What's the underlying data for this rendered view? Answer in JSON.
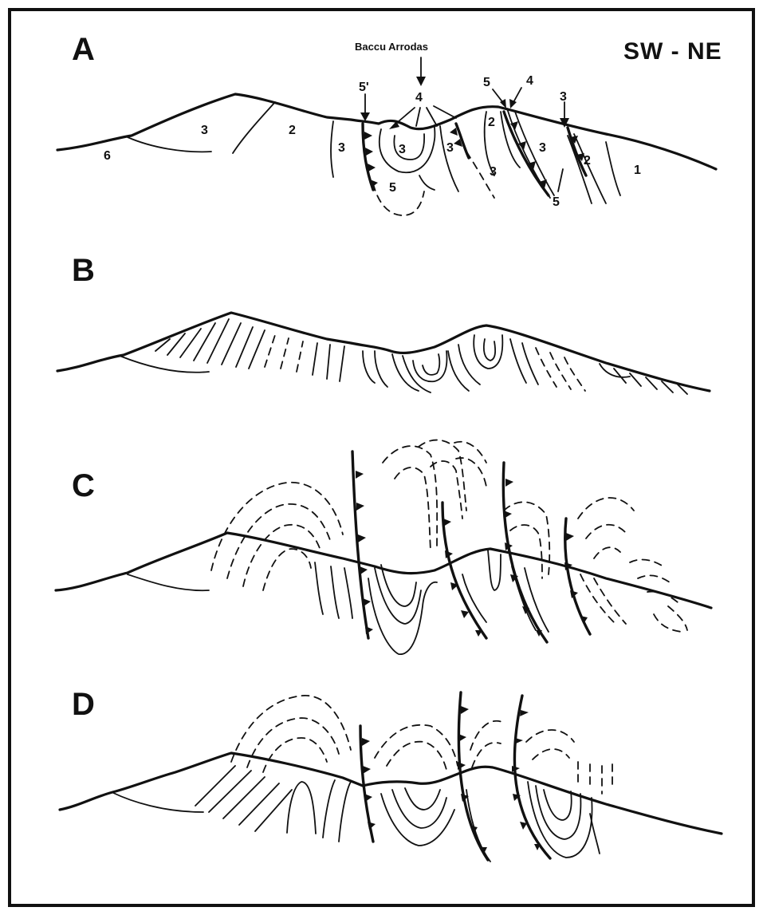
{
  "orientation": "SW - NE",
  "place_name": "Baccu Arrodas",
  "panels": [
    {
      "letter": "A"
    },
    {
      "letter": "B"
    },
    {
      "letter": "C"
    },
    {
      "letter": "D"
    }
  ],
  "unit_labels": {
    "u6": "6",
    "u3_west": "3",
    "u2_west": "2",
    "u3_a": "3",
    "u5p": "5'",
    "u4_top": "4",
    "u3_b": "3",
    "u5_core": "5",
    "u3_c": "3",
    "u3_d": "3",
    "u5_top": "5",
    "u4_east": "4",
    "u2_east_a": "2",
    "u3_e": "3",
    "u3_top_east": "3",
    "u2_east_b": "2",
    "u5_lower": "5",
    "u1": "1"
  },
  "colors": {
    "ink": "#111111",
    "paper": "#ffffff",
    "frame": "#111111"
  }
}
